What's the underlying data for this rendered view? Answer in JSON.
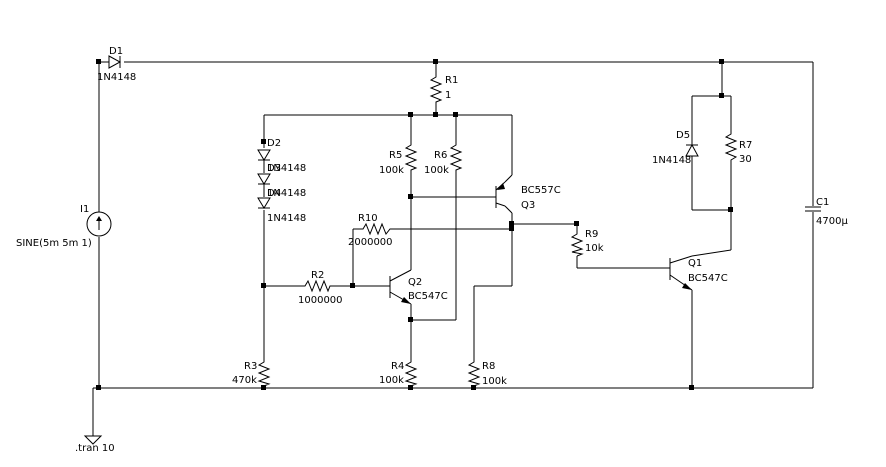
{
  "components": {
    "d1": {
      "ref": "D1",
      "value": "1N4148"
    },
    "d2": {
      "ref": "D2",
      "value": "1N4148"
    },
    "d3": {
      "ref": "D3",
      "value": "1N4148"
    },
    "d4": {
      "ref": "D4",
      "value": "1N4148"
    },
    "d5": {
      "ref": "D5",
      "value": "1N4148"
    },
    "r1": {
      "ref": "R1",
      "value": "1"
    },
    "r2": {
      "ref": "R2",
      "value": "1000000"
    },
    "r3": {
      "ref": "R3",
      "value": "470k"
    },
    "r4": {
      "ref": "R4",
      "value": "100k"
    },
    "r5": {
      "ref": "R5",
      "value": "100k"
    },
    "r6": {
      "ref": "R6",
      "value": "100k"
    },
    "r7": {
      "ref": "R7",
      "value": "30"
    },
    "r8": {
      "ref": "R8",
      "value": "100k"
    },
    "r9": {
      "ref": "R9",
      "value": "10k"
    },
    "r10": {
      "ref": "R10",
      "value": "2000000"
    },
    "q1": {
      "ref": "Q1",
      "value": "BC547C"
    },
    "q2": {
      "ref": "Q2",
      "value": "BC547C"
    },
    "q3": {
      "ref": "Q3",
      "value": "BC557C"
    },
    "i1": {
      "ref": "I1",
      "value": "SINE(5m 5m 1)"
    },
    "c1": {
      "ref": "C1",
      "value": "4700µ"
    }
  },
  "directive": ".tran 10"
}
